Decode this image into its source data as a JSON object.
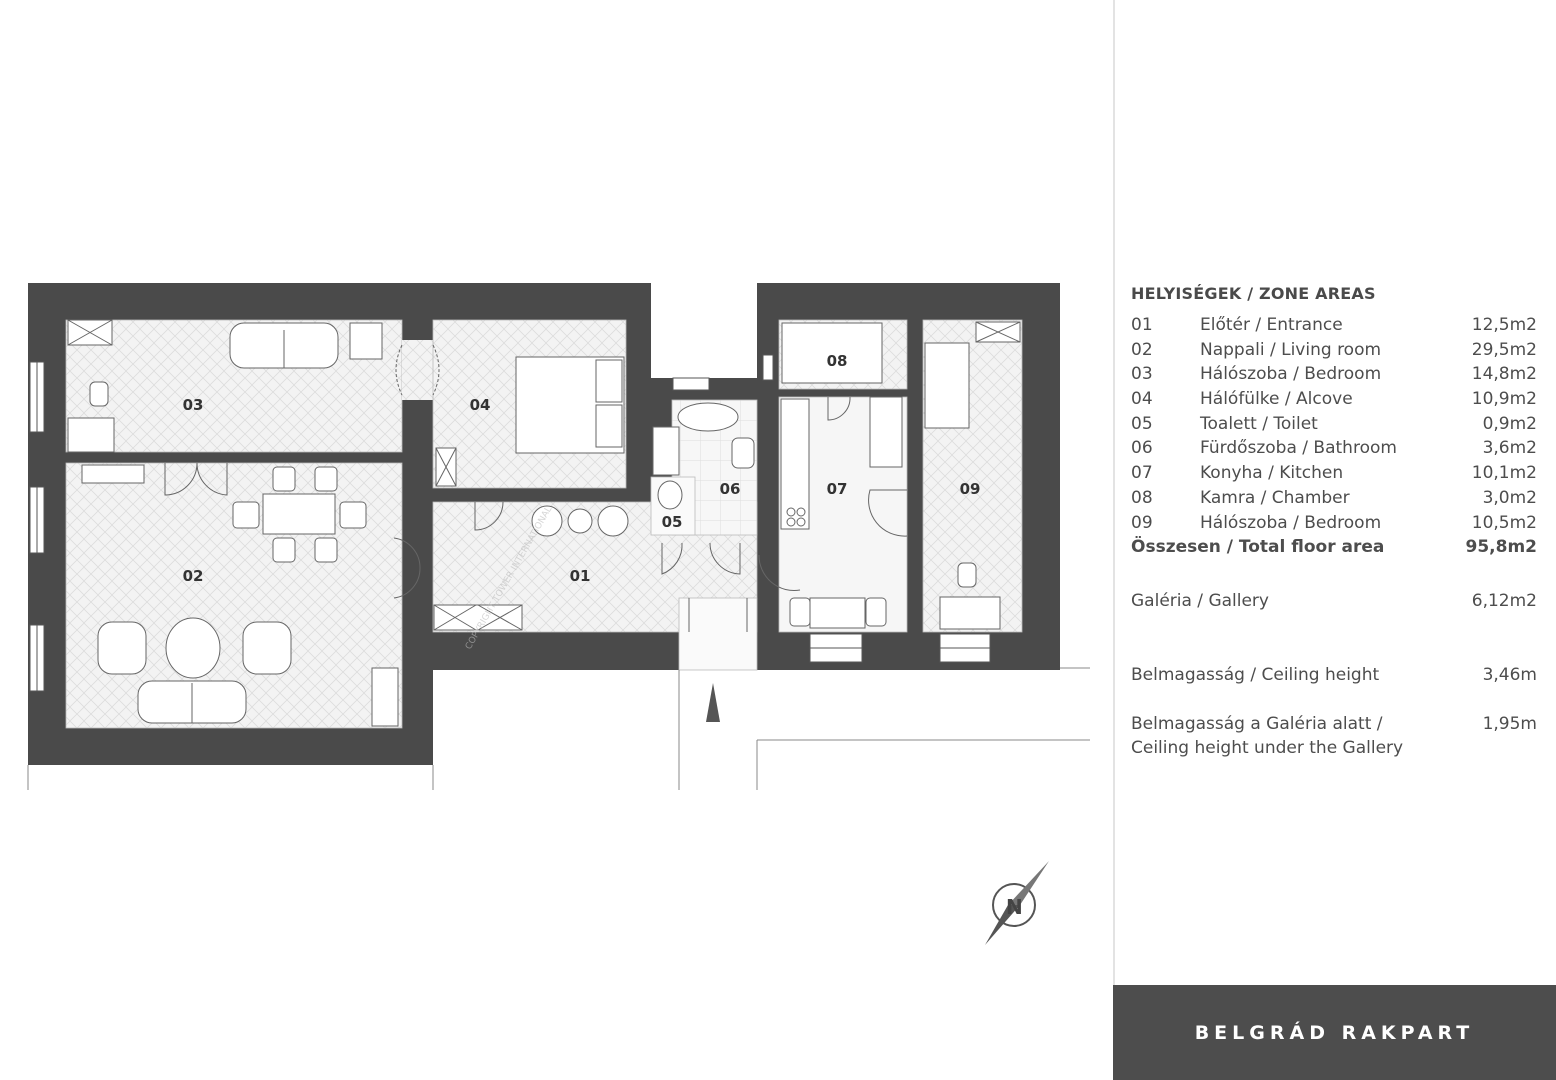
{
  "rooms": [
    {
      "id": "01",
      "name": "Előtér / Entrance",
      "area": "12,5m2"
    },
    {
      "id": "02",
      "name": "Nappali / Living room",
      "area": "29,5m2"
    },
    {
      "id": "03",
      "name": "Hálószoba / Bedroom",
      "area": "14,8m2"
    },
    {
      "id": "04",
      "name": "Hálófülke / Alcove",
      "area": "10,9m2"
    },
    {
      "id": "05",
      "name": "Toalett / Toilet",
      "area": "0,9m2"
    },
    {
      "id": "06",
      "name": "Fürdőszoba / Bathroom",
      "area": "3,6m2"
    },
    {
      "id": "07",
      "name": "Konyha / Kitchen",
      "area": "10,1m2"
    },
    {
      "id": "08",
      "name": "Kamra / Chamber",
      "area": "3,0m2"
    },
    {
      "id": "09",
      "name": "Hálószoba / Bedroom",
      "area": "10,5m2"
    }
  ],
  "legend": {
    "title": "HELYISÉGEK / ZONE AREAS",
    "total_label": "Összesen / Total floor area",
    "total_value": "95,8m2",
    "gallery_label": "Galéria / Gallery",
    "gallery_value": "6,12m2",
    "ceiling_label": "Belmagasság / Ceiling height",
    "ceiling_value": "3,46m",
    "ceiling_gallery_label_1": "Belmagasság a Galéria alatt /",
    "ceiling_gallery_label_2": "Ceiling height under the Gallery",
    "ceiling_gallery_value": "1,95m"
  },
  "footer": {
    "title": "BELGRÁD RAKPART"
  },
  "watermark": "COPYRIGHT TOWER INTERNATIONAL",
  "colors": {
    "wall": "#4a4a4a",
    "floor": "#f1f1f1",
    "text": "#4d4d4d"
  }
}
